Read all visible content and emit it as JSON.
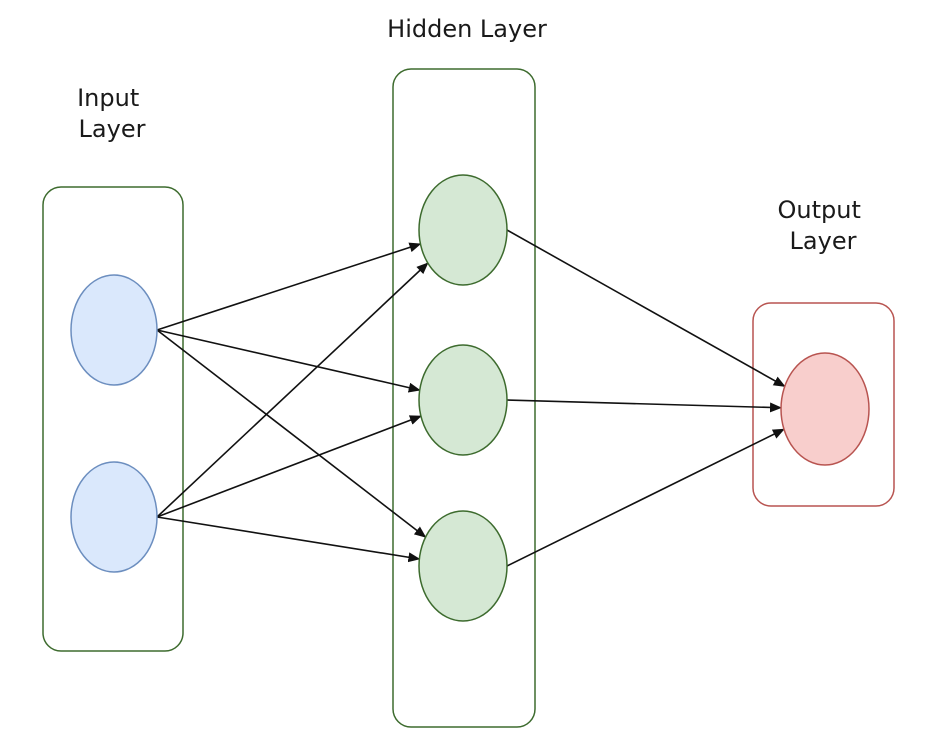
{
  "layers": [
    {
      "id": "input",
      "label_lines": [
        "Input",
        "Layer"
      ],
      "node_count": 2
    },
    {
      "id": "hidden",
      "label_lines": [
        "Hidden Layer"
      ],
      "node_count": 3
    },
    {
      "id": "output",
      "label_lines": [
        "Output",
        "Layer"
      ],
      "node_count": 1
    }
  ],
  "colors": {
    "input_fill": "#dae8fc",
    "input_stroke": "#6c8ebf",
    "hidden_fill": "#d5e8d4",
    "hidden_stroke": "#3d6b2e",
    "output_fill": "#f8cecc",
    "output_stroke": "#b85450",
    "input_box_stroke": "#3d6b2e",
    "hidden_box_stroke": "#3d6b2e",
    "output_box_stroke": "#b85450",
    "edge": "#111111"
  },
  "connectivity": "fully-connected"
}
